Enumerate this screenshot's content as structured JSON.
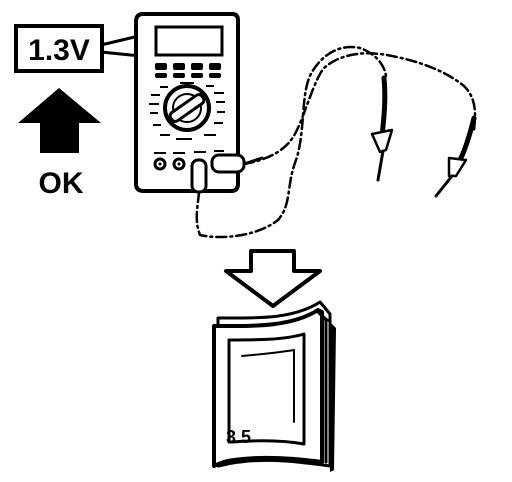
{
  "callout": {
    "reading": "1.3V"
  },
  "status": {
    "ok_label": "OK"
  },
  "manual": {
    "section": "3.5"
  }
}
